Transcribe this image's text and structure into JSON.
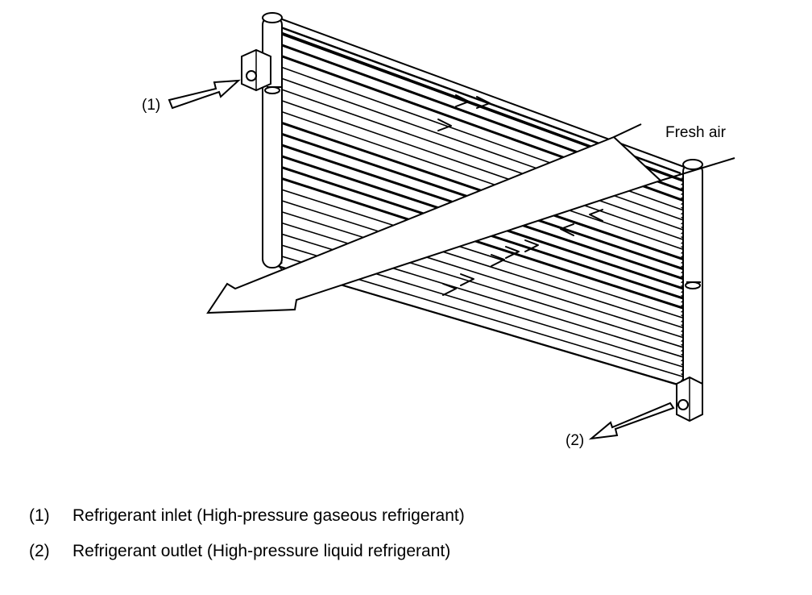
{
  "diagram": {
    "callouts": {
      "inlet": "(1)",
      "outlet": "(2)",
      "fresh_air": "Fresh air"
    }
  },
  "legend": {
    "items": [
      {
        "num": "(1)",
        "text": "Refrigerant inlet (High-pressure gaseous refrigerant)"
      },
      {
        "num": "(2)",
        "text": "Refrigerant outlet (High-pressure liquid refrigerant)"
      }
    ]
  }
}
